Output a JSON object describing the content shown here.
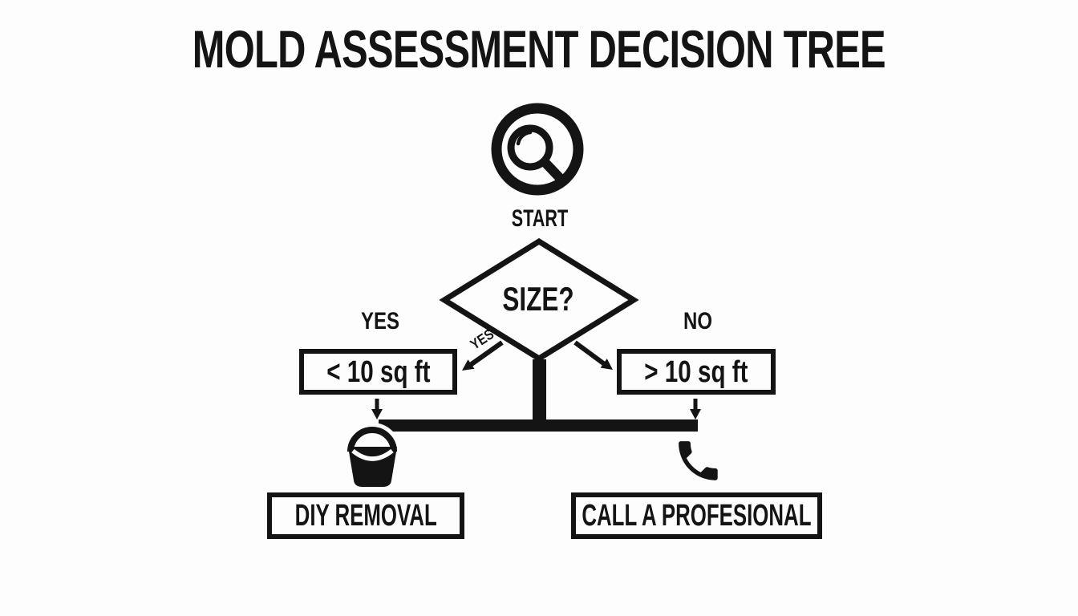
{
  "title": "MOLD ASSESSMENT DECISION TREE",
  "colors": {
    "ink": "#141414",
    "background": "#fdfdfd"
  },
  "flowchart": {
    "start": {
      "label": "START",
      "icon": "magnifier-icon"
    },
    "decision": {
      "label": "SIZE?"
    },
    "branch_yes": {
      "label": "YES",
      "arrow_label": "YES",
      "size_box": "< 10 sq ft",
      "outcome_box": "DIY REMOVAL",
      "icon": "bucket-icon"
    },
    "branch_no": {
      "label": "NO",
      "size_box": "> 10 sq ft",
      "outcome_box": "CALL A PROFESIONAL",
      "icon": "phone-icon"
    }
  }
}
